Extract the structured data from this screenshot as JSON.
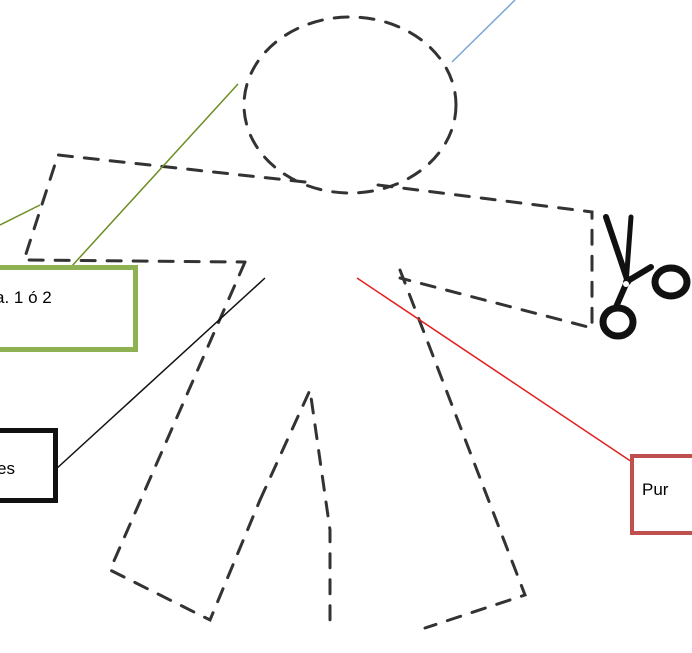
{
  "labels": {
    "green_box": "a. 1 ó 2",
    "black_box": "es",
    "red_box": "Pur"
  },
  "icons": {
    "scissors": "scissors-icon"
  },
  "colors": {
    "outline_dash": "#333333",
    "green": "#8db153",
    "black": "#111111",
    "red": "#c0504d",
    "red_line": "#e32020",
    "blue_line": "#7aa6d6",
    "olive_line": "#6b8e23"
  }
}
